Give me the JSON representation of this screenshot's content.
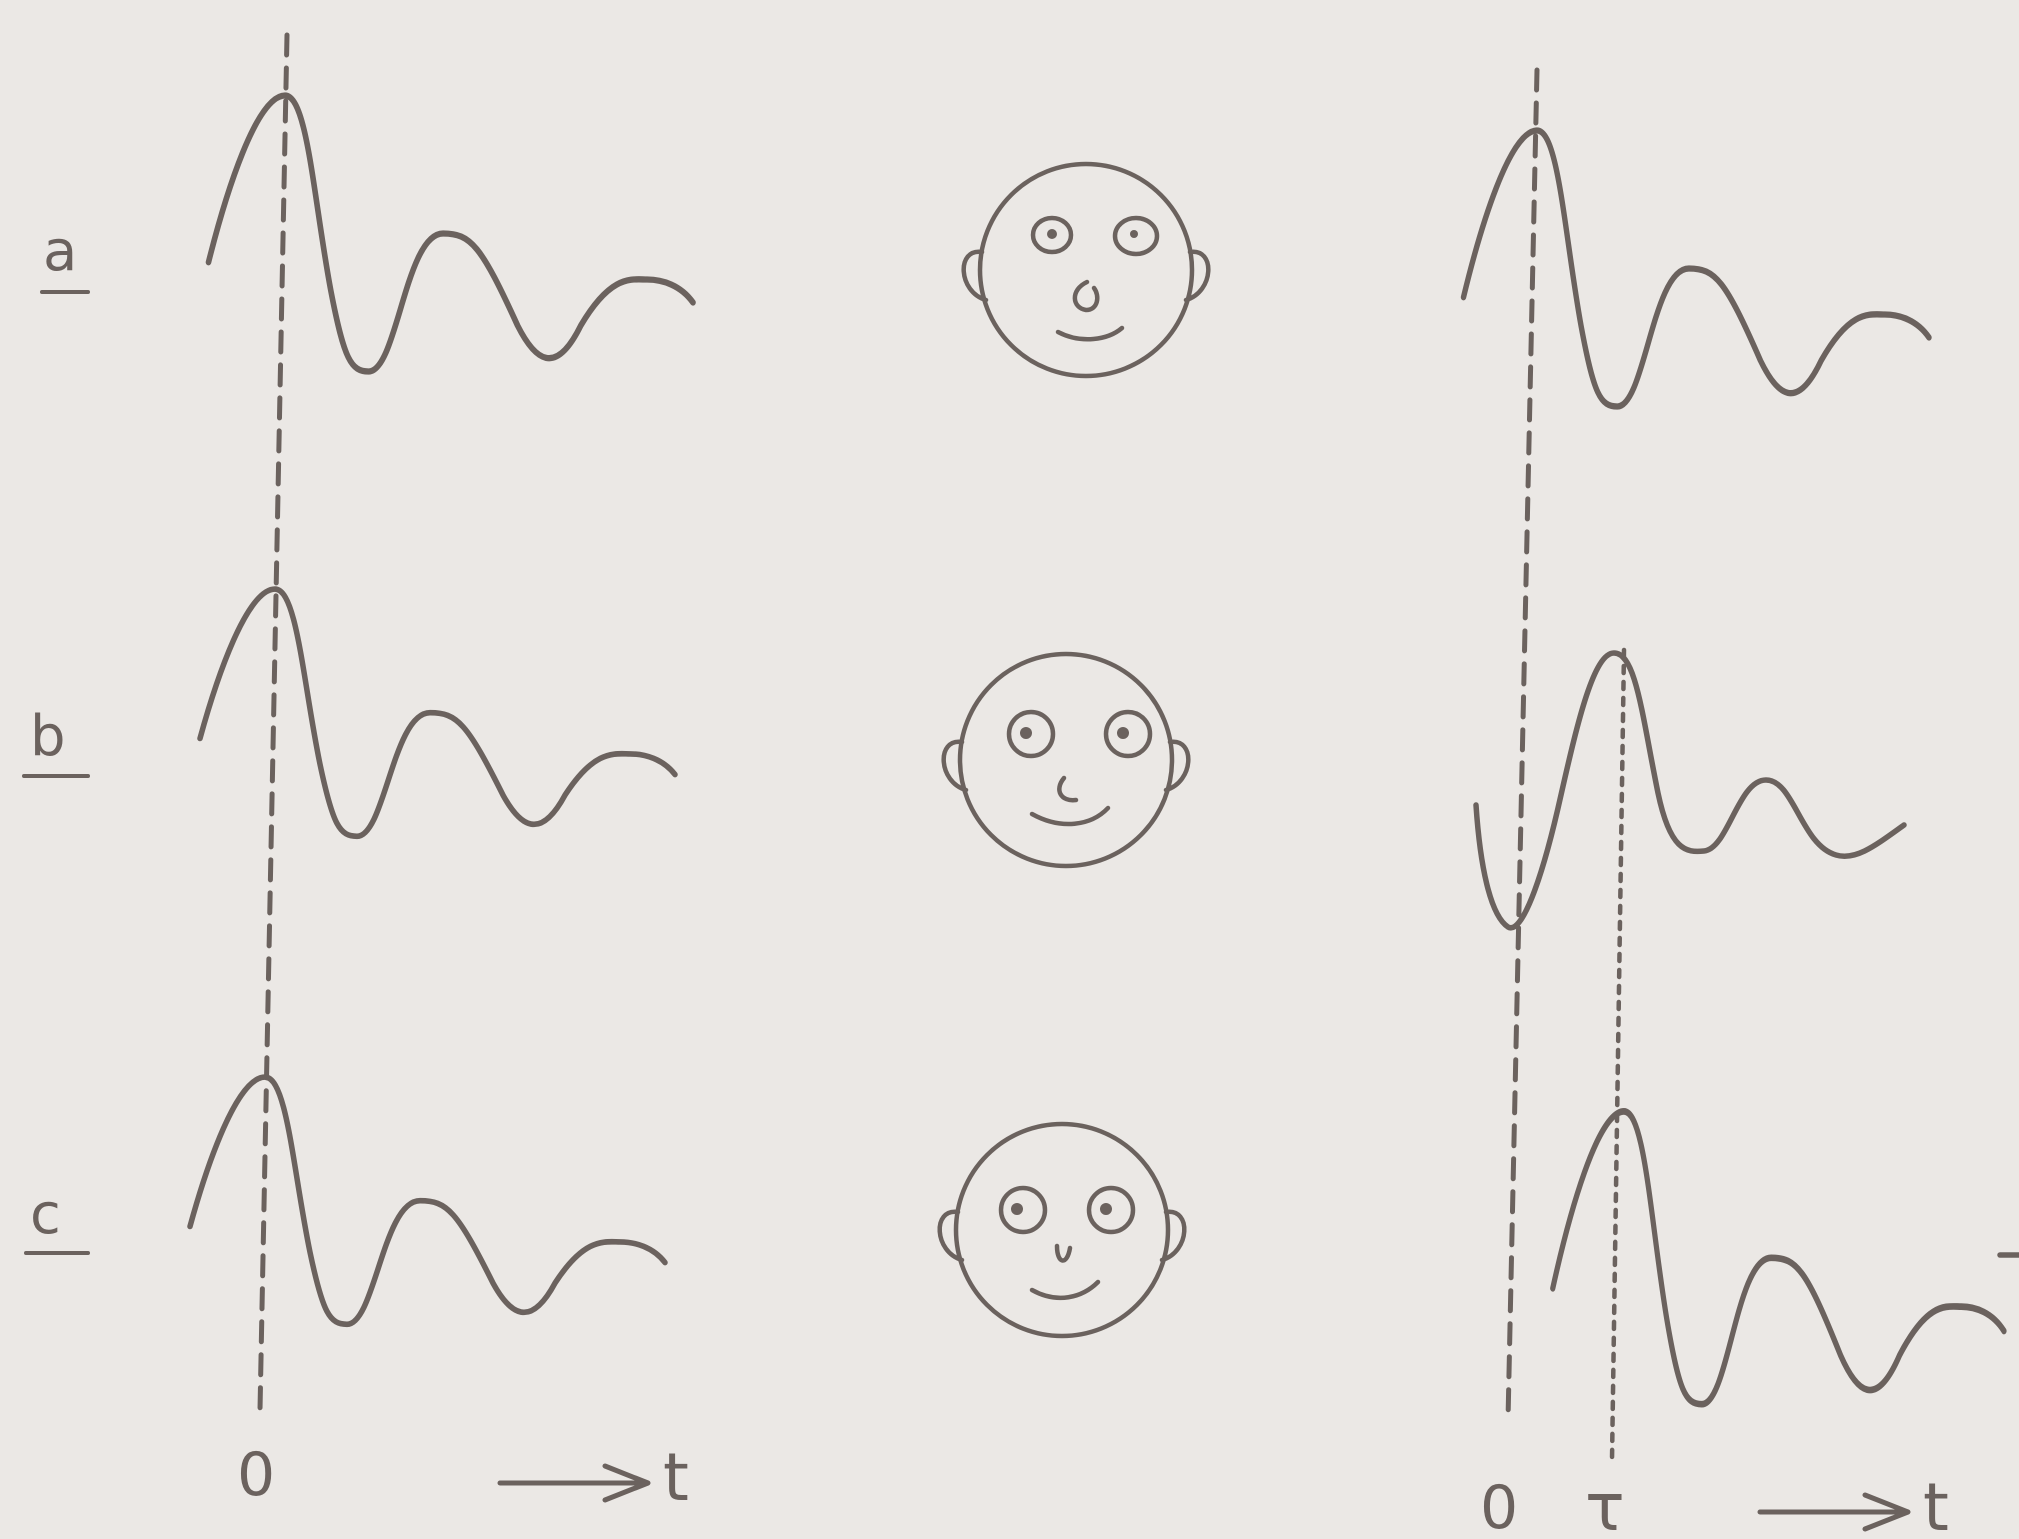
{
  "rows": [
    {
      "id": "a",
      "label": "a"
    },
    {
      "id": "b",
      "label": "b"
    },
    {
      "id": "c",
      "label": "c"
    }
  ],
  "left_axis": {
    "origin_label": "0",
    "axis_label": "t"
  },
  "right_axis": {
    "origin_label": "0",
    "delay_label": "τ",
    "axis_label": "t"
  },
  "colors": {
    "ink": "#6b625e",
    "background": "#ebe8e5"
  }
}
